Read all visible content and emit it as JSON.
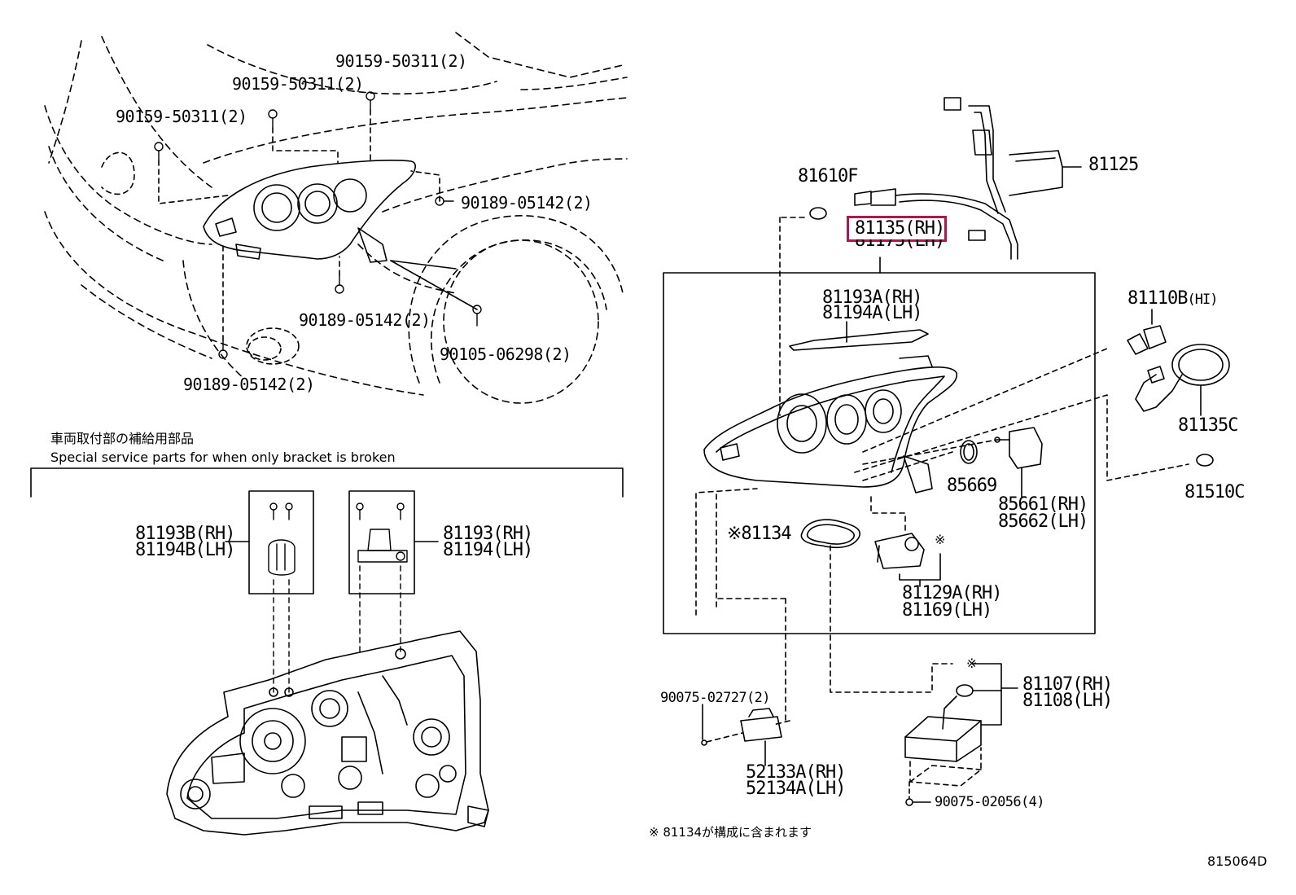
{
  "diagram_id": "815064D",
  "highlight_color": "#b0174f",
  "top_assembly": {
    "labels": [
      "90159-50311(2)",
      "90159-50311(2)",
      "90159-50311(2)",
      "90189-05142(2)",
      "90189-05142(2)",
      "90105-06298(2)",
      "90189-05142(2)"
    ]
  },
  "bracket_section": {
    "title_jp": "車両取付部の補給用部品",
    "title_en": "Special service parts for when only bracket is broken",
    "left_part": [
      "81193B(RH)",
      "81194B(LH)"
    ],
    "right_part": [
      "81193(RH)",
      "81194(LH)"
    ]
  },
  "headlamp_parts": {
    "p81610F": "81610F",
    "p81125": "81125",
    "selected_rh": "81135(RH)",
    "p81175_lh": "81175(LH)",
    "p81193A": [
      "81193A(RH)",
      "81194A(LH)"
    ],
    "p81110B": "81110B",
    "p81110B_suffix": "(HI)",
    "p81135C": "81135C",
    "p85669": "85669",
    "p81510C": "81510C",
    "p85661": [
      "85661(RH)",
      "85662(LH)"
    ],
    "p81134": "※81134",
    "p81129A": [
      "81129A(RH)",
      "81169(LH)"
    ],
    "p90075_a": "90075-02727(2)",
    "p81107": [
      "81107(RH)",
      "81108(LH)"
    ],
    "p52133A": [
      "52133A(RH)",
      "52134A(LH)"
    ],
    "p90075_b": "90075-02056(4)",
    "mark_a": "※",
    "mark_b": "※"
  },
  "footnote": "※ 81134が構成に含まれます"
}
